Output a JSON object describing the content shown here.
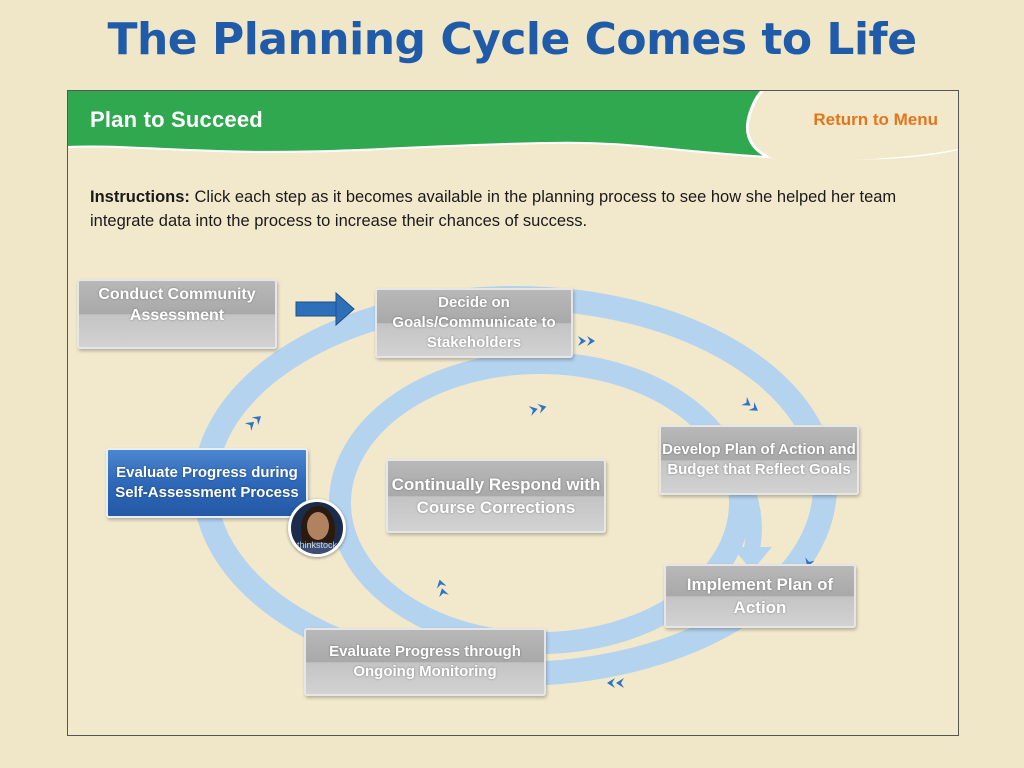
{
  "slide": {
    "title": "The Planning Cycle Comes to Life"
  },
  "header": {
    "title": "Plan to Succeed",
    "return_label": "Return to Menu",
    "colors": {
      "green": "#2fa84f",
      "orange": "#e3751c"
    }
  },
  "instructions": {
    "label": "Instructions:",
    "text": " Click each step as it becomes available in the planning process to see how she helped her team integrate data into the process to increase their chances of success."
  },
  "steps": {
    "conduct": "Conduct Community Assessment",
    "decide": "Decide on Goals/Communicate to Stakeholders",
    "develop": "Develop Plan of Action and Budget that Reflect Goals",
    "implement": "Implement Plan of Action",
    "monitor": "Evaluate Progress through Ongoing Monitoring",
    "respond": "Continually Respond with Course Corrections",
    "self_assess": "Evaluate Progress during Self-Assessment Process"
  },
  "avatar": {
    "watermark": "thinkstock"
  },
  "colors": {
    "cycle": "#b4d3ef",
    "chevron": "#2d73c7",
    "step_active": "#2e68b8",
    "step_inactive": "#b0b0b0"
  }
}
